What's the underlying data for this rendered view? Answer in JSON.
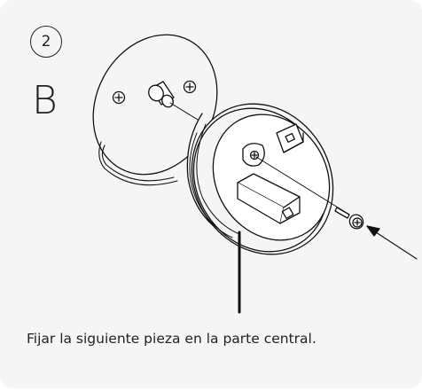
{
  "step": {
    "number": "2"
  },
  "variant": {
    "letter": "B"
  },
  "caption": {
    "text": "Fijar la siguiente pieza en la parte central."
  },
  "illustration": {
    "subject": "wall-mount-plate-with-round-housing",
    "icons": [
      "screw-icon",
      "arrow-icon",
      "cable-icon"
    ]
  }
}
